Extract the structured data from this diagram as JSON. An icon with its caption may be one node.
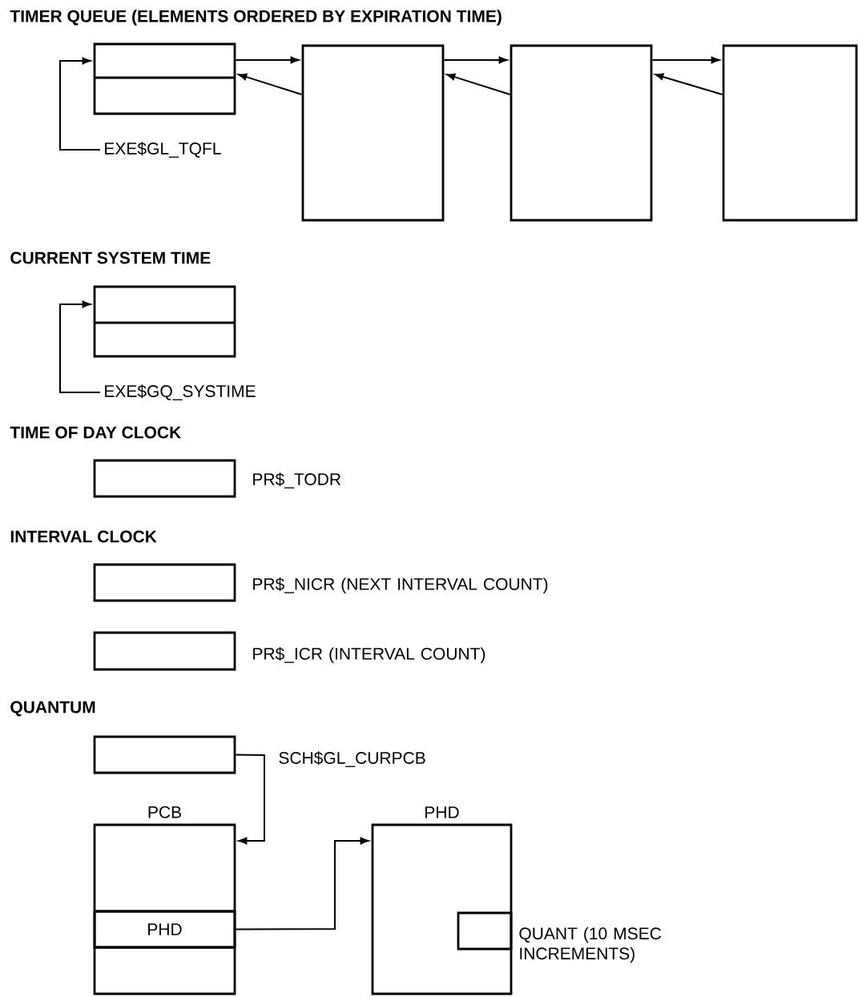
{
  "diagram": {
    "nodes": [
      {
        "text": [],
        "shape": "box"
      },
      {
        "text": [],
        "shape": "box"
      },
      {
        "text": [],
        "shape": "box"
      },
      {
        "text": [],
        "shape": "box"
      },
      {
        "text": [
          "EXE$GL_TQFL"
        ]
      },
      {
        "text": [],
        "shape": "box"
      },
      {
        "text": [
          "EXE$GQ_SYSTIME"
        ]
      },
      {
        "text": [],
        "shape": "box",
        "beside": [
          "PR$_TODR"
        ]
      },
      {
        "text": [],
        "shape": "box",
        "beside": [
          "PR$_NICR (NEXT INTERVAL COUNT)"
        ]
      },
      {
        "text": [],
        "shape": "box",
        "beside": [
          "PR$_ICR (INTERVAL COUNT)"
        ]
      },
      {
        "text": [],
        "shape": "box"
      },
      {
        "text": [
          "PCB"
        ]
      },
      {
        "text": [
          "PHD"
        ],
        "in": 11
      },
      {
        "text": [
          "PHD"
        ]
      },
      {
        "text": [],
        "shape": "box",
        "in": 13,
        "beside": [
          "QUANT (10 MSEC INCREMENTS)"
        ]
      }
    ],
    "edges": [
      {
        "from": 0,
        "to": 1,
        "arrow": "to"
      },
      {
        "from": 1,
        "to": 0,
        "arrow": "to"
      },
      {
        "from": 1,
        "to": 2,
        "arrow": "to"
      },
      {
        "from": 2,
        "to": 1,
        "arrow": "to"
      },
      {
        "from": 2,
        "to": 3,
        "arrow": "to"
      },
      {
        "from": 3,
        "to": 2,
        "arrow": "to"
      },
      {
        "from": 4,
        "to": 0,
        "arrow": "to"
      },
      {
        "from": 6,
        "to": 5,
        "arrow": "to"
      },
      {
        "from": 10,
        "to": 11,
        "arrow": "to",
        "label": "SCH$GL_CURPCB"
      },
      {
        "from": 12,
        "to": 13,
        "arrow": "to"
      }
    ],
    "labels": [
      "TIMER QUEUE (ELEMENTS ORDERED BY EXPIRATION TIME)",
      "CURRENT SYSTEM TIME",
      "TIME OF DAY CLOCK",
      "INTERVAL CLOCK",
      "QUANTUM"
    ]
  }
}
